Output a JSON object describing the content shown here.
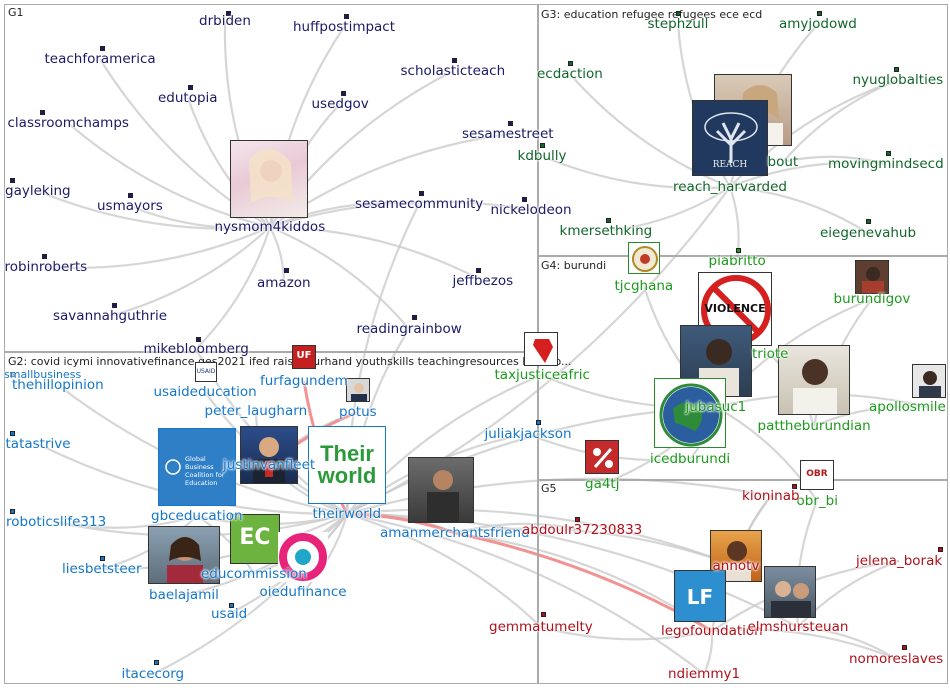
{
  "colors": {
    "g1": "#1a1a66",
    "g2": "#1577c9",
    "g3": "#11662a",
    "g4": "#1c9a1c",
    "g5": "#b0101a"
  },
  "groups": [
    {
      "id": "g1",
      "title": "G1"
    },
    {
      "id": "g2",
      "title": "G2: covid icymi innovativefinance ges2021 ifed raiseyourhand youthskills teachingresources learnto..."
    },
    {
      "id": "g3",
      "title": "G3: education refugee refugees ece ecd"
    },
    {
      "id": "g4",
      "title": "G4: burundi"
    },
    {
      "id": "g5",
      "title": "G5"
    }
  ],
  "nodes": [
    {
      "id": "drbiden",
      "g": "g1",
      "label": "drbiden"
    },
    {
      "id": "huffpostimpact",
      "g": "g1",
      "label": "huffpostimpact"
    },
    {
      "id": "teachforamerica",
      "g": "g1",
      "label": "teachforamerica"
    },
    {
      "id": "scholasticteach",
      "g": "g1",
      "label": "scholasticteach"
    },
    {
      "id": "edutopia",
      "g": "g1",
      "label": "edutopia"
    },
    {
      "id": "usedgov",
      "g": "g1",
      "label": "usedgov"
    },
    {
      "id": "classroomchamps",
      "g": "g1",
      "label": "classroomchamps"
    },
    {
      "id": "sesamestreet",
      "g": "g1",
      "label": "sesamestreet"
    },
    {
      "id": "gayleking",
      "g": "g1",
      "label": "gayleking"
    },
    {
      "id": "usmayors",
      "g": "g1",
      "label": "usmayors"
    },
    {
      "id": "sesamecommunity",
      "g": "g1",
      "label": "sesamecommunity"
    },
    {
      "id": "nickelodeon",
      "g": "g1",
      "label": "nickelodeon"
    },
    {
      "id": "nysmom4kiddos",
      "g": "g1",
      "label": "nysmom4kiddos"
    },
    {
      "id": "robinroberts",
      "g": "g1",
      "label": "robinroberts"
    },
    {
      "id": "amazon",
      "g": "g1",
      "label": "amazon"
    },
    {
      "id": "jeffbezos",
      "g": "g1",
      "label": "jeffbezos"
    },
    {
      "id": "savannahguthrie",
      "g": "g1",
      "label": "savannahguthrie"
    },
    {
      "id": "readingrainbow",
      "g": "g1",
      "label": "readingrainbow"
    },
    {
      "id": "mikebloomberg",
      "g": "g1",
      "label": "mikebloomberg"
    },
    {
      "id": "thehillopinion",
      "g": "g2",
      "label": "thehillopinion"
    },
    {
      "id": "smallbusiness",
      "g": "g2",
      "label": "smallbusiness"
    },
    {
      "id": "usaideducation",
      "g": "g2",
      "label": "usaideducation"
    },
    {
      "id": "furfagundem",
      "g": "g2",
      "label": "furfagundem"
    },
    {
      "id": "peter_laugharn",
      "g": "g2",
      "label": "peter_laugharn"
    },
    {
      "id": "potus",
      "g": "g2",
      "label": "potus"
    },
    {
      "id": "tatastrive",
      "g": "g2",
      "label": "tatastrive"
    },
    {
      "id": "justinvanfleet",
      "g": "g2",
      "label": "justinvanfleet"
    },
    {
      "id": "juliakjackson",
      "g": "g2",
      "label": "juliakjackson"
    },
    {
      "id": "gbceducation",
      "g": "g2",
      "label": "gbceducation"
    },
    {
      "id": "theirworld",
      "g": "g2",
      "label": "theirworld"
    },
    {
      "id": "roboticslife313",
      "g": "g2",
      "label": "roboticslife313"
    },
    {
      "id": "amanmerchantsfriend",
      "g": "g2",
      "label": "amanmerchantsfriend"
    },
    {
      "id": "educommission",
      "g": "g2",
      "label": "educommission"
    },
    {
      "id": "liesbetsteer",
      "g": "g2",
      "label": "liesbetsteer"
    },
    {
      "id": "baelajamil",
      "g": "g2",
      "label": "baelajamil"
    },
    {
      "id": "oiedufinance",
      "g": "g2",
      "label": "oiedufinance"
    },
    {
      "id": "usaid",
      "g": "g2",
      "label": "usaid"
    },
    {
      "id": "itacecorg",
      "g": "g2",
      "label": "itacecorg"
    },
    {
      "id": "stephzull",
      "g": "g3",
      "label": "stephzull"
    },
    {
      "id": "amyjodowd",
      "g": "g3",
      "label": "amyjodowd"
    },
    {
      "id": "ecdaction",
      "g": "g3",
      "label": "ecdaction"
    },
    {
      "id": "nyuglobalties",
      "g": "g3",
      "label": "nyuglobalties"
    },
    {
      "id": "kdbully",
      "g": "g3",
      "label": "kdbully"
    },
    {
      "id": "bout",
      "g": "g3",
      "label": "bout"
    },
    {
      "id": "movingmindsecd",
      "g": "g3",
      "label": "movingmindsecd"
    },
    {
      "id": "reach_harvarded",
      "g": "g3",
      "label": "reach_harvarded"
    },
    {
      "id": "kmersethking",
      "g": "g3",
      "label": "kmersethking"
    },
    {
      "id": "eiegenevahub",
      "g": "g3",
      "label": "eiegenevahub"
    },
    {
      "id": "piabritto",
      "g": "g4",
      "label": "piabritto"
    },
    {
      "id": "tjcghana",
      "g": "g4",
      "label": "tjcghana"
    },
    {
      "id": "burundigov",
      "g": "g4",
      "label": "burundigov"
    },
    {
      "id": "triote",
      "g": "g4",
      "label": "triote"
    },
    {
      "id": "taxjusticeafric",
      "g": "g4",
      "label": "taxjusticeafric"
    },
    {
      "id": "apollosmile",
      "g": "g4",
      "label": "apollosmile"
    },
    {
      "id": "jubasuc1",
      "g": "g4",
      "label": "jubasuc1"
    },
    {
      "id": "pattheburundian",
      "g": "g4",
      "label": "pattheburundian"
    },
    {
      "id": "icedburundi",
      "g": "g4",
      "label": "icedburundi"
    },
    {
      "id": "ga4tj",
      "g": "g4",
      "label": "ga4tj"
    },
    {
      "id": "obr_bi",
      "g": "g4",
      "label": "obr_bi"
    },
    {
      "id": "kioninab",
      "g": "g5",
      "label": "kioninab"
    },
    {
      "id": "abdoulr37230833",
      "g": "g5",
      "label": "abdoulr37230833"
    },
    {
      "id": "jelena_borak",
      "g": "g5",
      "label": "jelena_borak"
    },
    {
      "id": "annotv",
      "g": "g5",
      "label": "annotv"
    },
    {
      "id": "legofoundation",
      "g": "g5",
      "label": "legofoundation"
    },
    {
      "id": "gemmatumelty",
      "g": "g5",
      "label": "gemmatumelty"
    },
    {
      "id": "elmshursteuan",
      "g": "g5",
      "label": "elmshursteuan"
    },
    {
      "id": "nomoreslaves",
      "g": "g5",
      "label": "nomoreslaves"
    },
    {
      "id": "ndiemmy1",
      "g": "g5",
      "label": "ndiemmy1"
    }
  ],
  "logos": {
    "reach": "REACH",
    "theirworld": "Their world",
    "gbc": "Global Business Coalition for Education",
    "violence": "VIOLENCE",
    "usaid": "USAID",
    "ec": "EC",
    "lego": "LF",
    "obr": "OBR",
    "uf": "UF"
  }
}
